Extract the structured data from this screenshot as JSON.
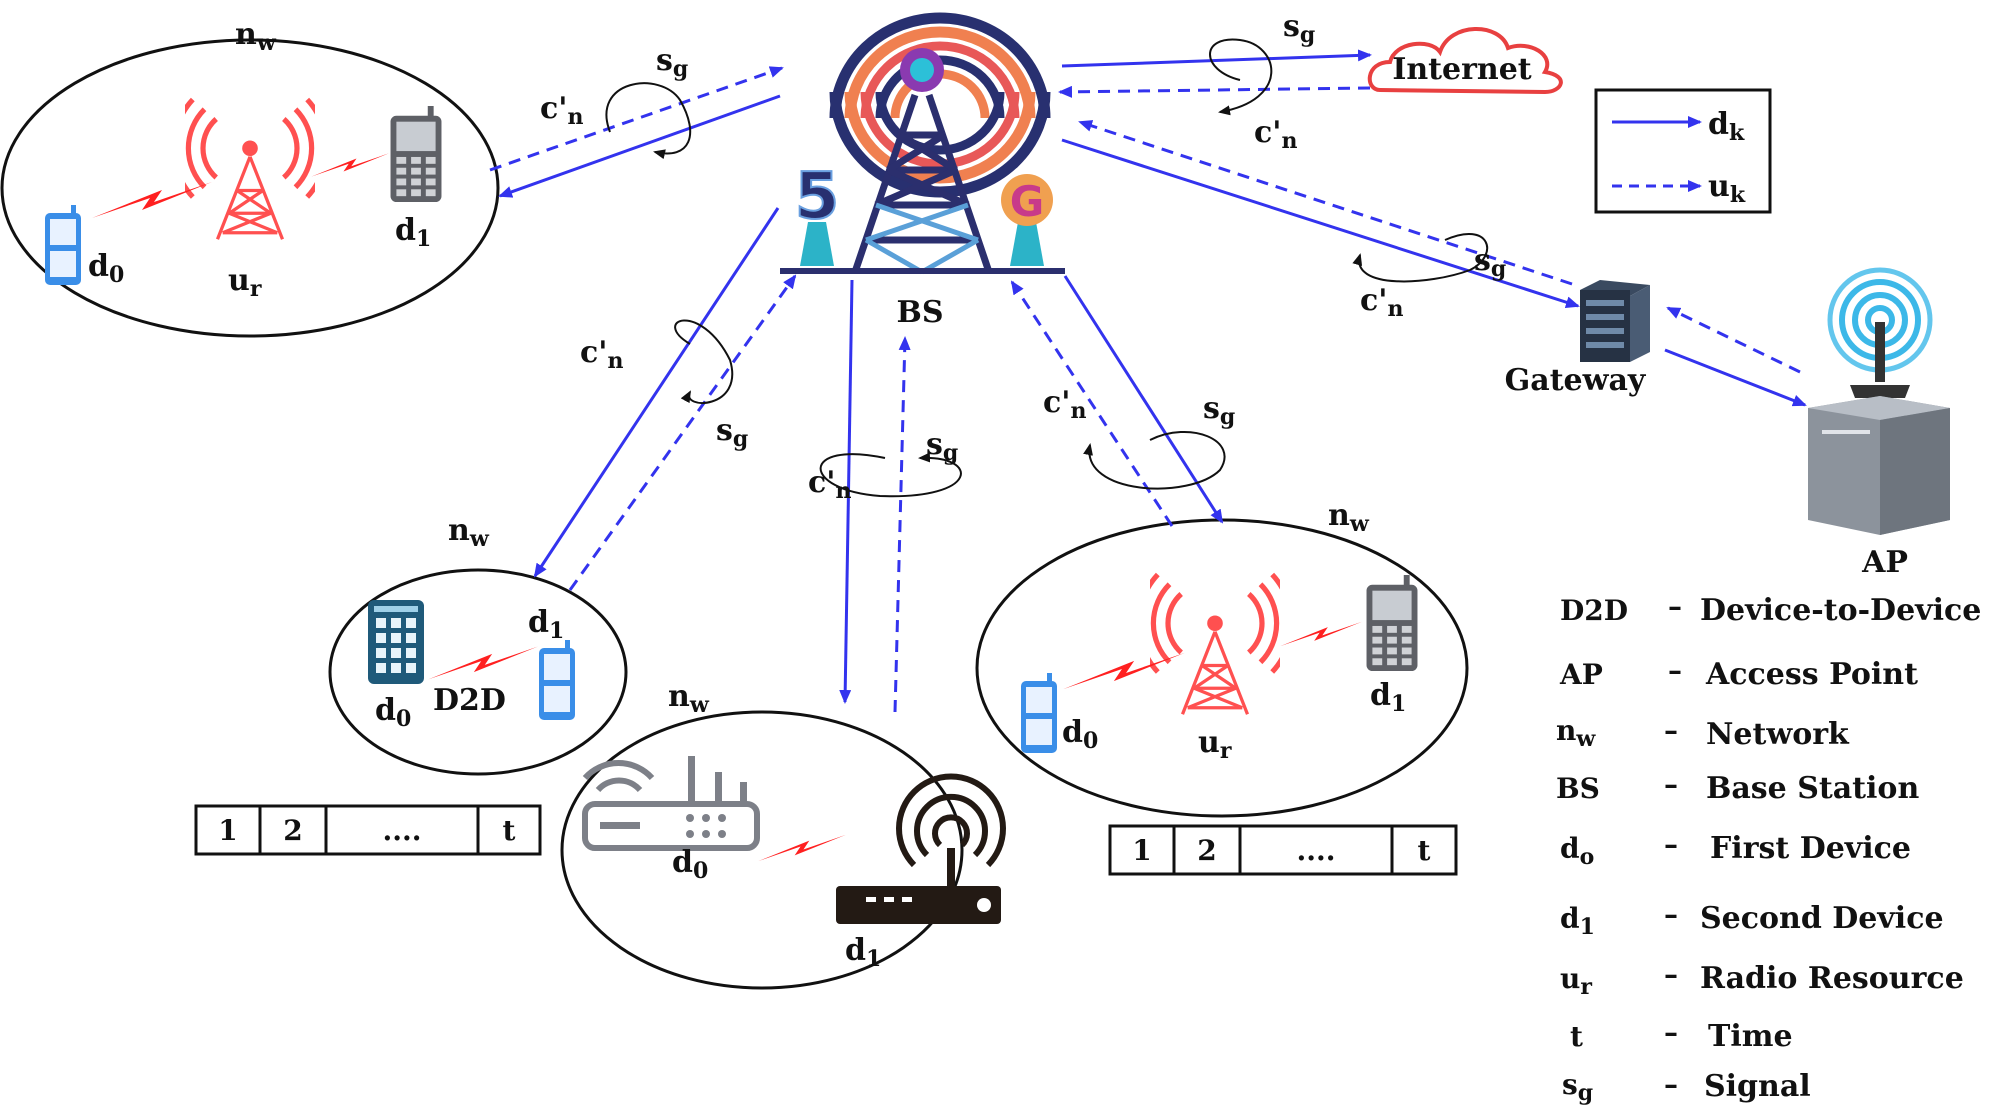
{
  "labels": {
    "bs": "BS",
    "internet": "Internet",
    "gateway": "Gateway",
    "ap": "AP",
    "d2d": "D2D",
    "five": "5",
    "g": "G",
    "n": "n",
    "w": "w",
    "d": "d",
    "zero": "0",
    "one": "1",
    "u": "u",
    "r": "r",
    "s": "s",
    "g_sub": "g",
    "c_prime": "c'",
    "n_sub": "n",
    "k": "k"
  },
  "time_slots": [
    "1",
    "2",
    "....",
    "t"
  ],
  "legend": [
    {
      "key": "D2D",
      "val": "Device-to-Device"
    },
    {
      "key": "AP",
      "val": "Access Point"
    },
    {
      "key": "nw",
      "val": "Network"
    },
    {
      "key": "BS",
      "val": "Base Station"
    },
    {
      "key": "do",
      "val": "First Device"
    },
    {
      "key": "d1",
      "val": "Second Device"
    },
    {
      "key": "ur",
      "val": "Radio Resource"
    },
    {
      "key": "t",
      "val": "Time"
    },
    {
      "key": "sg",
      "val": "Signal"
    }
  ],
  "legend_dash": "–",
  "colors": {
    "link": "#3333ee",
    "radio": "#ff3333",
    "tower": "#2b2f6e",
    "ring_dark": "#283070",
    "ring_orange": "#f08050",
    "ring_pink": "#e85858",
    "purple": "#8a3ab0",
    "teal": "#2cb3c8",
    "cloud": "#e84040",
    "phone_blue": "#3a8ee8",
    "phone_grey": "#5e6066",
    "router_grey": "#7d8088",
    "dark": "#222222"
  },
  "icons": [
    "tower-icon",
    "cell-tower-icon",
    "phone-icon",
    "cloud-icon",
    "server-icon",
    "access-point-icon",
    "router-icon",
    "wifi-router-icon",
    "lightning-icon"
  ]
}
